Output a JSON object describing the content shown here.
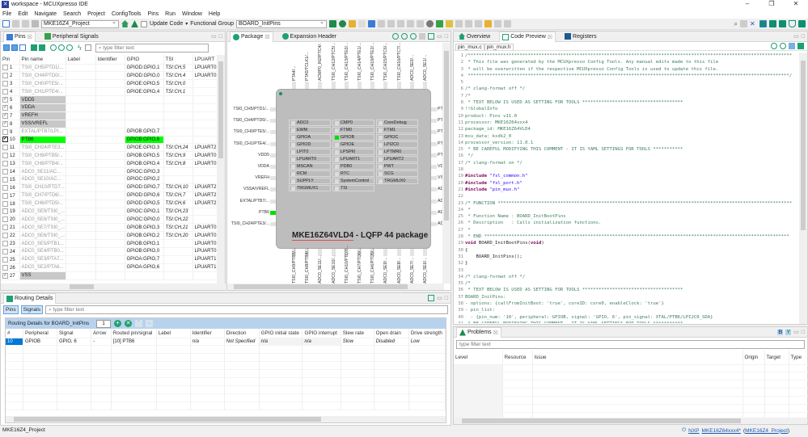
{
  "window": {
    "title": "workspace - MCUXpresso IDE",
    "controls": {
      "minimize": "–",
      "restore": "❐",
      "close": "✕"
    }
  },
  "menu": [
    "File",
    "Edit",
    "Navigate",
    "Search",
    "Project",
    "ConfigTools",
    "Pins",
    "Run",
    "Window",
    "Help"
  ],
  "toolbar": {
    "project": "MKE16Z4_Project",
    "update_code": "Update Code",
    "functional_group_label": "Functional Group",
    "functional_group": "BOARD_InitPins"
  },
  "pins_panel": {
    "tabs": [
      "Pins",
      "Peripheral Signals"
    ],
    "filter_placeholder": "type filter text",
    "columns": [
      "Pin",
      "Pin name",
      "Label",
      "Identifier",
      "GPIO",
      "TSI",
      "LPUART"
    ],
    "rows": [
      {
        "pin": "1",
        "name": "TSI0_CH5/PTD1/...",
        "gpio": "GPIOD:GPIO,1",
        "tsi": "TSI:CH,5",
        "lpuart": "LPUART0:",
        "checked": false,
        "style": "gray"
      },
      {
        "pin": "2",
        "name": "TSI0_CH4/PTD0/...",
        "gpio": "GPIOD:GPIO,0",
        "tsi": "TSI:CH,4",
        "lpuart": "LPUART0:",
        "checked": false,
        "style": "gray"
      },
      {
        "pin": "3",
        "name": "TSI0_CH0/PTE5/...",
        "gpio": "GPIOE:GPIO,5",
        "tsi": "TSI:CH,0",
        "lpuart": "",
        "checked": false,
        "style": "gray"
      },
      {
        "pin": "4",
        "name": "TSI0_CH1/PTE4/...",
        "gpio": "GPIOE:GPIO,4",
        "tsi": "TSI:CH,1",
        "lpuart": "",
        "checked": false,
        "style": "gray"
      },
      {
        "pin": "5",
        "name": "VDD5",
        "gpio": "",
        "tsi": "",
        "lpuart": "",
        "checked": true,
        "style": "box"
      },
      {
        "pin": "6",
        "name": "VDDA",
        "gpio": "",
        "tsi": "",
        "lpuart": "",
        "checked": true,
        "style": "box"
      },
      {
        "pin": "7",
        "name": "VREFH",
        "gpio": "",
        "tsi": "",
        "lpuart": "",
        "checked": true,
        "style": "box"
      },
      {
        "pin": "8",
        "name": "VSS/VREFL",
        "gpio": "",
        "tsi": "",
        "lpuart": "",
        "checked": true,
        "style": "box"
      },
      {
        "pin": "9",
        "name": "EXTAL/PTB7/LPI...",
        "gpio": "GPIOB:GPIO,7",
        "tsi": "",
        "lpuart": "",
        "checked": false,
        "style": "gray"
      },
      {
        "pin": "10",
        "name": "PTB6",
        "gpio": "GPIOB:GPIO,6",
        "tsi": "",
        "lpuart": "",
        "checked": true,
        "style": "green"
      },
      {
        "pin": "11",
        "name": "TSI0_CH24/PTE3...",
        "gpio": "GPIOE:GPIO,3",
        "tsi": "TSI:CH,24",
        "lpuart": "LPUART2:",
        "checked": false,
        "style": "gray"
      },
      {
        "pin": "12",
        "name": "TSI0_CH9/PTB5/...",
        "gpio": "GPIOB:GPIO,5",
        "tsi": "TSI:CH,9",
        "lpuart": "LPUART0:",
        "checked": false,
        "style": "gray"
      },
      {
        "pin": "13",
        "name": "TSI0_CH8/PTB4/...",
        "gpio": "GPIOB:GPIO,4",
        "tsi": "TSI:CH,8",
        "lpuart": "LPUART0:",
        "checked": false,
        "style": "gray"
      },
      {
        "pin": "14",
        "name": "ADC0_SE11/AC...",
        "gpio": "GPIOC:GPIO,3",
        "tsi": "",
        "lpuart": "",
        "checked": false,
        "style": "gray"
      },
      {
        "pin": "15",
        "name": "ADC0_SE10/AC...",
        "gpio": "GPIOC:GPIO,2",
        "tsi": "",
        "lpuart": "",
        "checked": false,
        "style": "gray"
      },
      {
        "pin": "16",
        "name": "TSI0_CH10/PTD7...",
        "gpio": "GPIOD:GPIO,7",
        "tsi": "TSI:CH,10",
        "lpuart": "LPUART2:",
        "checked": false,
        "style": "gray"
      },
      {
        "pin": "17",
        "name": "TSI0_CH7/PTD6/...",
        "gpio": "GPIOD:GPIO,6",
        "tsi": "TSI:CH,7",
        "lpuart": "LPUART2:",
        "checked": false,
        "style": "gray"
      },
      {
        "pin": "18",
        "name": "TSI0_CH6/PTD5/...",
        "gpio": "GPIOD:GPIO,5",
        "tsi": "TSI:CH,6",
        "lpuart": "LPUART2:",
        "checked": false,
        "style": "gray"
      },
      {
        "pin": "19",
        "name": "ADC0_SE9/TSI0_...",
        "gpio": "GPIOC:GPIO,1",
        "tsi": "TSI:CH,23",
        "lpuart": "",
        "checked": false,
        "style": "gray"
      },
      {
        "pin": "20",
        "name": "ADC0_SE8/TSI0_...",
        "gpio": "GPIOC:GPIO,0",
        "tsi": "TSI:CH,22",
        "lpuart": "",
        "checked": false,
        "style": "gray"
      },
      {
        "pin": "21",
        "name": "ADC0_SE7/TSI0_...",
        "gpio": "GPIOB:GPIO,3",
        "tsi": "TSI:CH,21",
        "lpuart": "LPUART0:",
        "checked": false,
        "style": "gray"
      },
      {
        "pin": "22",
        "name": "ADC0_SE6/TSI0_...",
        "gpio": "GPIOB:GPIO,2",
        "tsi": "TSI:CH,20",
        "lpuart": "LPUART0:",
        "checked": false,
        "style": "gray"
      },
      {
        "pin": "23",
        "name": "ADC0_SE5/PTB1...",
        "gpio": "GPIOB:GPIO,1",
        "tsi": "",
        "lpuart": "LPUART0:",
        "checked": false,
        "style": "gray"
      },
      {
        "pin": "24",
        "name": "ADC0_SE4/PTB0...",
        "gpio": "GPIOB:GPIO,0",
        "tsi": "",
        "lpuart": "LPUART0:",
        "checked": false,
        "style": "gray"
      },
      {
        "pin": "25",
        "name": "ADC0_SE3/PTA7...",
        "gpio": "GPIOA:GPIO,7",
        "tsi": "",
        "lpuart": "LPUART1:",
        "checked": false,
        "style": "gray"
      },
      {
        "pin": "26",
        "name": "ADC0_SE2/PTA6...",
        "gpio": "GPIOA:GPIO,6",
        "tsi": "",
        "lpuart": "LPUART1:",
        "checked": false,
        "style": "gray"
      },
      {
        "pin": "27",
        "name": "VSS",
        "gpio": "",
        "tsi": "",
        "lpuart": "",
        "checked": true,
        "style": "box"
      }
    ]
  },
  "package_panel": {
    "tabs": [
      "Package",
      "Expansion Header"
    ],
    "chip_name": "MKE16Z64VLD4",
    "chip_suffix": " - LQFP 44 package",
    "top_pins": [
      "PTA4/...",
      "PTA5/TCLK1/...",
      "ACMP0_IN2/PTC4/...",
      "TSI0_CH12/PTC5/...",
      "TSI0_CH13/PTE0/...",
      "TSI0_CH14/PTE1/...",
      "TSI0_CH19/PTE2/...",
      "TSI0_CH15/PTC6/...",
      "TSI0_CH16/PTC7/...",
      "ADC0_SE0/...",
      "ADC0_SE1/..."
    ],
    "left_pins": [
      "TSI0_CH5/PTD1/...",
      "TSI0_CH4/PTD0/...",
      "TSI0_CH0/PTE5/...",
      "TSI0_CH1/PTE4/...",
      "VDD5",
      "VDDA",
      "VREFH",
      "VSSA/VREFL",
      "EXTAL/PTB7/...",
      "PTB6",
      "TSI0_CH24/PTE3/..."
    ],
    "right_pins": [
      "PTA",
      "PTA",
      "PTD",
      "PTD",
      "PTD",
      "VD",
      "VS",
      "AD",
      "AD",
      "AD",
      "AD"
    ],
    "bottom_pins": [
      "TSI0_CH9/PTB5/...",
      "TSI0_CH8/PTB4/...",
      "ADC0_SE11/...",
      "ADC0_SE10/...",
      "TSI0_CH10/PTD7/...",
      "TSI0_CH7/PTD6/...",
      "TSI0_CH6/PTD5/...",
      "ADC0_SE9/...",
      "ADC0_SE8/...",
      "ADC0_SE7/...",
      "ADC0_SE6/..."
    ],
    "peripherals": [
      [
        "ADC0",
        "CMP0",
        "CoreDebug"
      ],
      [
        "EWM",
        "FTM0",
        "FTM1"
      ],
      [
        "GPIOA",
        "GPIOB",
        "GPIOC"
      ],
      [
        "GPIOD",
        "GPIOE",
        "LPI2C0"
      ],
      [
        "LPIT0",
        "LPSPI0",
        "LPTMR0"
      ],
      [
        "LPUART0",
        "LPUART1",
        "LPUART2"
      ],
      [
        "MSCAN",
        "PDB0",
        "PWT"
      ],
      [
        "RCM",
        "RTC",
        "SCG"
      ],
      [
        "SUPPLY",
        "SystemControl",
        "TRGMUX0"
      ],
      [
        "TRGMUX1",
        "TSI",
        ""
      ]
    ],
    "active_peripheral": "GPIOB"
  },
  "routing": {
    "tab": "Routing Details",
    "buttons": [
      "Pins",
      "Signals"
    ],
    "filter_placeholder": "type filter text",
    "header_label": "Routing Details for BOARD_InitPins",
    "count": "1",
    "columns": [
      "#",
      "Peripheral",
      "Signal",
      "Arrow",
      "Routed pin/signal",
      "Label",
      "Identifier",
      "Direction",
      "GPIO initial state",
      "GPIO interrupt",
      "Slew rate",
      "Open drain",
      "Drive strength"
    ],
    "rows": [
      [
        "10",
        "GPIOB",
        "GPIO, 6",
        "-",
        "[10] PTB6",
        "",
        "n/a",
        "Not Specified",
        "n/a",
        "n/a",
        "Slow",
        "Disabled",
        "Low"
      ]
    ]
  },
  "right_tabs": [
    "Overview",
    "Code Preview",
    "Registers"
  ],
  "code": {
    "files": [
      "pin_mux.c",
      "pin_mux.h"
    ],
    "lines": [
      {
        "n": "1",
        "t": "/***********************************************************************************************************************",
        "c": "cm"
      },
      {
        "n": "2",
        "t": " * This file was generated by the MCUXpresso Config Tools. Any manual edits made to this file",
        "c": "cm"
      },
      {
        "n": "3",
        "t": " * will be overwritten if the respective MCUXpresso Config Tools is used to update this file.",
        "c": "cm"
      },
      {
        "n": "4",
        "t": " **********************************************************************************************************************/",
        "c": "cm"
      },
      {
        "n": "5",
        "t": "",
        "c": "cm"
      },
      {
        "n": "6",
        "t": "/* clang-format off */",
        "c": "cm"
      },
      {
        "n": "7",
        "t": "/*",
        "c": "cm"
      },
      {
        "n": "8",
        "t": " * TEXT BELOW IS USED AS SETTING FOR TOOLS *************************************",
        "c": "cm"
      },
      {
        "n": "9",
        "t": "!!GlobalInfo",
        "c": "cm"
      },
      {
        "n": "10",
        "t": "product: Pins v11.0",
        "c": "cm"
      },
      {
        "n": "11",
        "t": "processor: MKE16Z64xxx4",
        "c": "cm"
      },
      {
        "n": "12",
        "t": "package_id: MKE16Z64VLD4",
        "c": "cm"
      },
      {
        "n": "13",
        "t": "mcu_data: ksdk2_0",
        "c": "cm"
      },
      {
        "n": "14",
        "t": "processor_version: 11.0.1",
        "c": "cm"
      },
      {
        "n": "15",
        "t": " * BE CAREFUL MODIFYING THIS COMMENT - IT IS YAML SETTINGS FOR TOOLS ***********",
        "c": "cm"
      },
      {
        "n": "16",
        "t": " */",
        "c": "cm"
      },
      {
        "n": "17",
        "t": "/* clang-format on */",
        "c": "cm"
      },
      {
        "n": "18",
        "t": "",
        "c": "cm"
      },
      {
        "n": "19",
        "t": "#include \"fsl_common.h\"",
        "c": "inc"
      },
      {
        "n": "20",
        "t": "#include \"fsl_port.h\"",
        "c": "inc"
      },
      {
        "n": "21",
        "t": "#include \"pin_mux.h\"",
        "c": "inc"
      },
      {
        "n": "22",
        "t": "",
        "c": "cm"
      },
      {
        "n": "23",
        "t": "/* FUNCTION ************************************************************************************************************",
        "c": "cm"
      },
      {
        "n": "24",
        "t": " *",
        "c": "cm"
      },
      {
        "n": "25",
        "t": " * Function Name : BOARD_InitBootPins",
        "c": "cm"
      },
      {
        "n": "26",
        "t": " * Description   : Calls initialization functions.",
        "c": "cm"
      },
      {
        "n": "27",
        "t": " *",
        "c": "cm"
      },
      {
        "n": "28",
        "t": " * END ****************************************************************************************************************",
        "c": "cm"
      },
      {
        "n": "29",
        "t": "void BOARD_InitBootPins(void)",
        "c": "fn"
      },
      {
        "n": "30",
        "t": "{",
        "c": "pl"
      },
      {
        "n": "31",
        "t": "    BOARD_InitPins();",
        "c": "pl"
      },
      {
        "n": "32",
        "t": "}",
        "c": "pl"
      },
      {
        "n": "33",
        "t": "",
        "c": "cm"
      },
      {
        "n": "34",
        "t": "/* clang-format off */",
        "c": "cm"
      },
      {
        "n": "35",
        "t": "/*",
        "c": "cm"
      },
      {
        "n": "36",
        "t": " * TEXT BELOW IS USED AS SETTING FOR TOOLS *************************************",
        "c": "cm"
      },
      {
        "n": "37",
        "t": "BOARD_InitPins:",
        "c": "cm"
      },
      {
        "n": "38",
        "t": "- options: {callFromInitBoot: 'true', coreID: core0, enableClock: 'true'}",
        "c": "cm"
      },
      {
        "n": "39",
        "t": "- pin_list:",
        "c": "cm"
      },
      {
        "n": "40",
        "t": "  - {pin_num: '10', peripheral: GPIOB, signal: 'GPIO, 6', pin_signal: XTAL/PTB6/LPI2C0_SDA}",
        "c": "cm"
      },
      {
        "n": "41",
        "t": " * BE CAREFUL MODIFYING THIS COMMENT - IT IS YAML SETTINGS FOR TOOLS ***********",
        "c": "cm"
      },
      {
        "n": "42",
        "t": " */",
        "c": "cm"
      }
    ]
  },
  "problems": {
    "tab": "Problems",
    "filter_placeholder": "type filter text",
    "columns": [
      "Level",
      "Resource",
      "Issue",
      "Origin",
      "Target",
      "Type"
    ]
  },
  "status": {
    "left": "MKE16Z4_Project",
    "vendor": "NXP",
    "device": "MKE16Z64xxx4*",
    "project": "MKE16Z4_Project"
  },
  "colors": {
    "accent": "#00ff00",
    "selection": "#0078d7",
    "link": "#1a57b5"
  }
}
